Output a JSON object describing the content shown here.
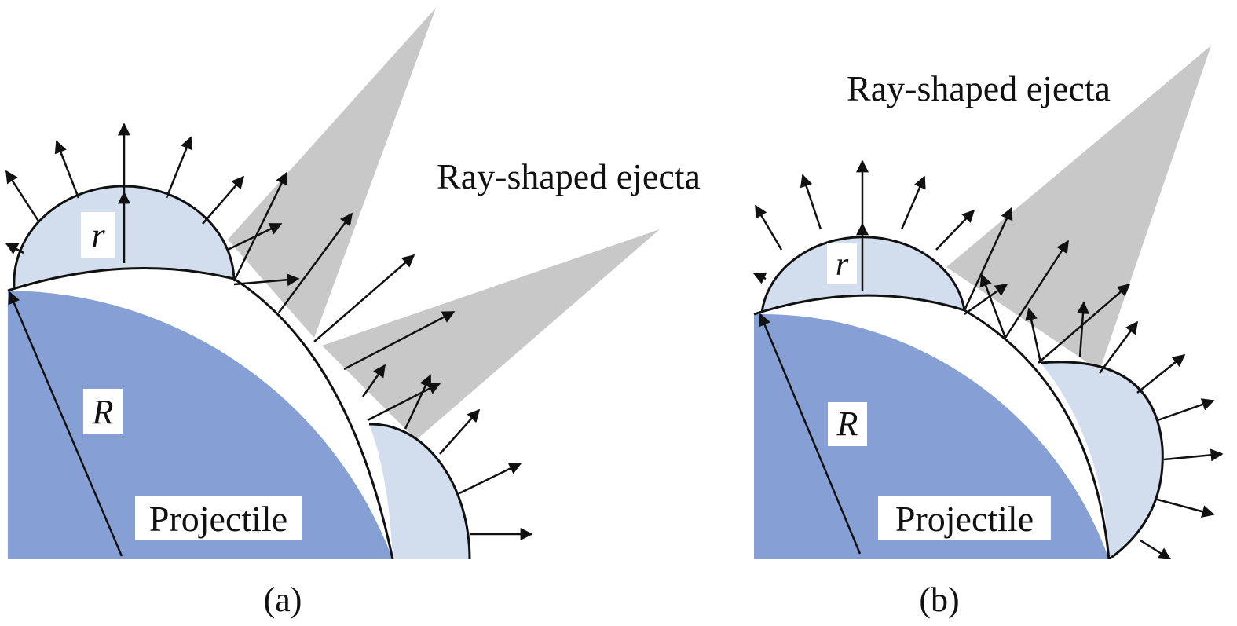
{
  "panel_a": {
    "ejecta_label": "Ray-shaped ejecta",
    "small_radius_label": "r",
    "large_radius_label": "R",
    "body_label": "Projectile",
    "caption": "(a)"
  },
  "panel_b": {
    "ejecta_label": "Ray-shaped ejecta",
    "small_radius_label": "r",
    "large_radius_label": "R",
    "body_label": "Projectile",
    "caption": "(b)"
  },
  "colors": {
    "projectile": "#86a0d5",
    "fragment": "#d2ddee",
    "ejecta_ray": "#c8c8c8",
    "outline": "#111111"
  }
}
